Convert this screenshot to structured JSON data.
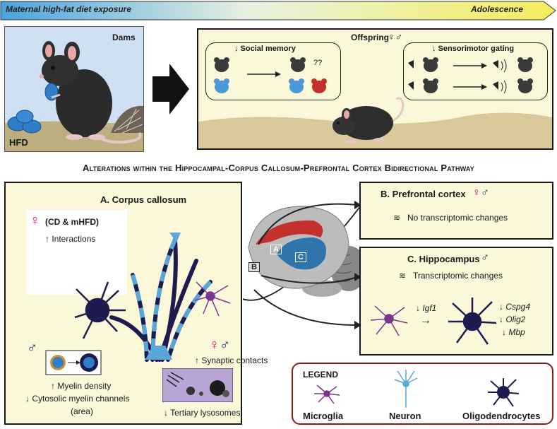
{
  "timeline": {
    "start_label": "Maternal high-fat diet exposure",
    "end_label": "Adolescence"
  },
  "dams": {
    "title": "Dams",
    "diet_label": "HFD"
  },
  "offspring": {
    "title": "Offspring",
    "sex_symbols": "♀♂",
    "social_memory": "↓ Social memory",
    "question_marks": "??",
    "sensorimotor_gating": "↓ Sensorimotor gating"
  },
  "pathway_title": "Alterations within the Hippocampal-Corpus Callosum-Prefrontal Cortex Bidirectional Pathway",
  "corpus_callosum": {
    "title": "A. Corpus callosum",
    "female_symbol": "♀",
    "female_group": "(CD & mHFD)",
    "female_finding": "↑ Interactions",
    "male_symbol": "♂",
    "myelin_density": "↑ Myelin density",
    "cytosolic_channels": "↓ Cytosolic myelin channels",
    "area": "(area)",
    "both_symbols": "♀♂",
    "synaptic_contacts": "↑ Synaptic contacts",
    "lysosomes": "↓ Tertiary lysosomes"
  },
  "prefrontal": {
    "title": "B. Prefrontal cortex",
    "sex_symbols": "♀♂",
    "finding": "No transcriptomic changes"
  },
  "hippocampus": {
    "title": "C. Hippocampus",
    "sex_symbol": "♂",
    "finding": "Transcriptomic changes",
    "igf1": "↓ Igf1",
    "arrow": "→",
    "cspg4": "↓ Cspg4",
    "olig2": "↓ Olig2",
    "mbp": "↓ Mbp"
  },
  "brain_labels": {
    "a": "A",
    "b": "B",
    "c": "C"
  },
  "legend": {
    "title": "LEGEND",
    "microglia": "Microglia",
    "neuron": "Neuron",
    "oligodendrocytes": "Oligodendrocytes"
  },
  "colors": {
    "female": "#c0187d",
    "male": "#23207a",
    "panel_bg": "#fbf8d9",
    "microglia": "#7a3590",
    "neuron": "#5aa6d8",
    "oligo": "#1e1b4f",
    "legend_border": "#8b1a1a"
  }
}
